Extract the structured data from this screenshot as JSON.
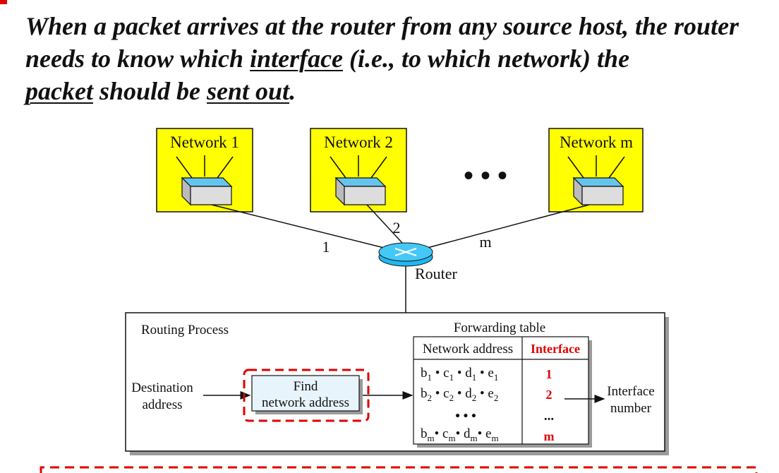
{
  "heading": {
    "p1": "When a packet arrives at the router from any source host, the router needs to know which ",
    "u1": "interface",
    "p2": " (i.e., to which network) the ",
    "u2": "packet",
    "p3": " should be ",
    "u3": "sent out",
    "p4": "."
  },
  "networks": [
    "Network 1",
    "Network 2",
    "Network m"
  ],
  "ellipsis": "• • •",
  "links": {
    "one": "1",
    "two": "2",
    "m": "m"
  },
  "router_label": "Router",
  "routing_process": {
    "title": "Routing Process",
    "dest_line1": "Destination",
    "dest_line2": "address",
    "find_line1": "Find",
    "find_line2": "network address",
    "out_line1": "Interface",
    "out_line2": "number"
  },
  "table": {
    "title": "Forwarding table",
    "col_network": "Network address",
    "col_interface": "Interface",
    "rows": [
      {
        "b": "b",
        "c": "c",
        "d": "d",
        "e": "e",
        "sub": "1",
        "iface": "1"
      },
      {
        "b": "b",
        "c": "c",
        "d": "d",
        "e": "e",
        "sub": "2",
        "iface": "2"
      },
      {
        "ellipsis": "• • •",
        "iface": "..."
      },
      {
        "b": "b",
        "c": "c",
        "d": "d",
        "e": "e",
        "sub": "m",
        "iface": "m"
      }
    ]
  },
  "colors": {
    "network_fill": "#ffff00",
    "accent_red": "#e00000",
    "router": "#1fb8f0",
    "hub_top": "#66c4ec",
    "find_box": "#e8f4fb"
  }
}
